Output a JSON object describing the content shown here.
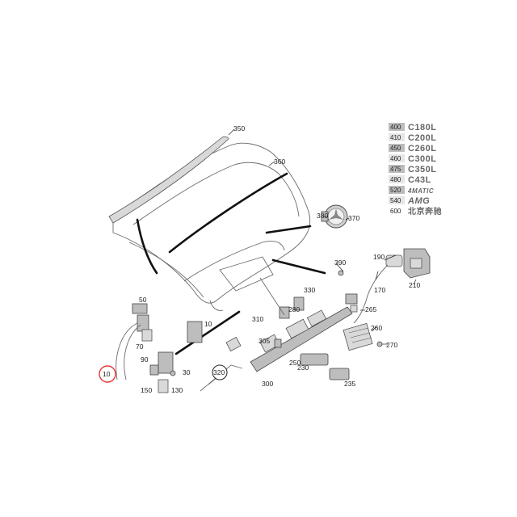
{
  "diagram": {
    "callouts": {
      "c10": "10",
      "c10b": "10",
      "c30": "30",
      "c50": "50",
      "c70": "70",
      "c90": "90",
      "c130": "130",
      "c150": "150",
      "c170": "170",
      "c190": "190",
      "c210": "210",
      "c230": "230",
      "c235": "235",
      "c250": "250",
      "c260": "260",
      "c265": "265",
      "c270": "270",
      "c280": "280",
      "c300": "300",
      "c305": "305",
      "c310": "310",
      "c320": "320",
      "c330": "330",
      "c350": "350",
      "c360": "360",
      "c370": "370",
      "c380": "380",
      "c390": "390"
    },
    "badges": [
      {
        "num": "400",
        "text": "C180L"
      },
      {
        "num": "410",
        "text": "C200L"
      },
      {
        "num": "450",
        "text": "C260L"
      },
      {
        "num": "460",
        "text": "C300L"
      },
      {
        "num": "475",
        "text": "C350L"
      },
      {
        "num": "480",
        "text": "C43L"
      },
      {
        "num": "520",
        "text": "4MATIC"
      },
      {
        "num": "540",
        "text": "AMG"
      },
      {
        "num": "600",
        "text": "北京奔驰"
      }
    ],
    "highlight_color": "#e53935"
  }
}
